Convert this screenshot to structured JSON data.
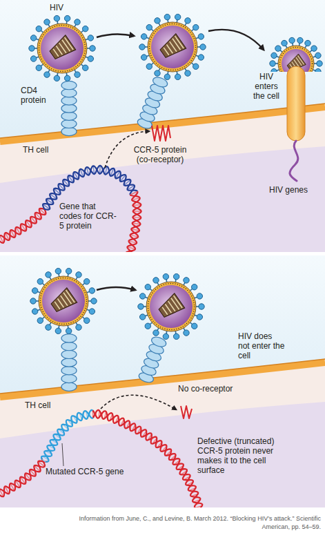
{
  "diagram": {
    "caption": "Information from June, C., and Levine, B. March 2012. “Blocking HIV’s attack.” Scientific American, pp. 54–59.",
    "labels": [
      "HIV",
      "CD4 protein",
      "TH cell",
      "CCR-5 protein (co-receptor)",
      "HIV enters the cell",
      "HIV genes",
      "Gene that codes for CCR-5 protein",
      "TH cell",
      "HIV does not enter the cell",
      "No co-receptor",
      "Mutated CCR-5 gene",
      "Defective (truncated) CCR-5 protein never makes it to the cell surface"
    ]
  }
}
